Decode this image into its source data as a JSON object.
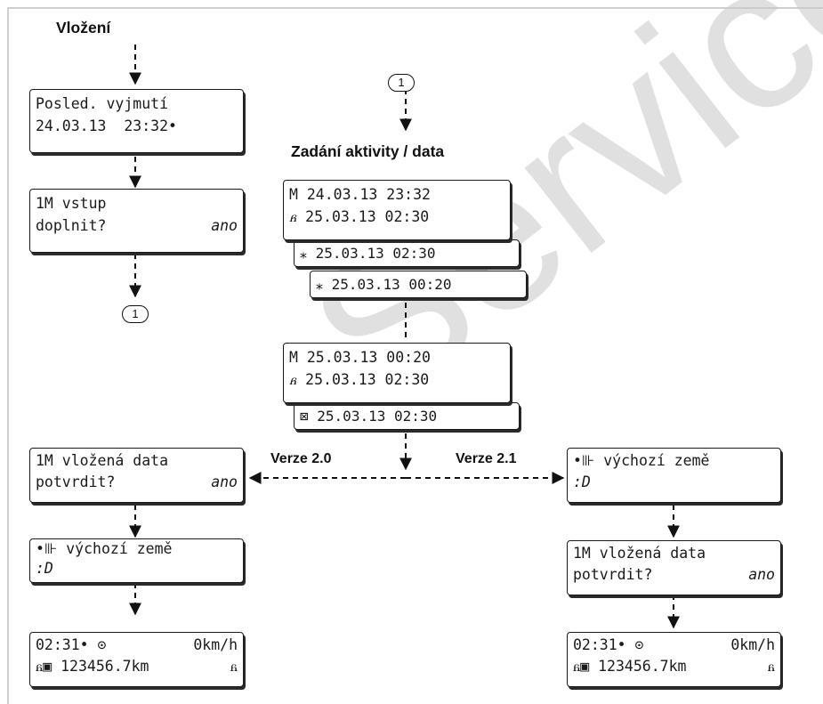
{
  "headings": {
    "insertion": "Vložení",
    "activity_entry": "Zadání aktivity / data"
  },
  "branch_labels": {
    "left": "Verze 2.0",
    "right": "Verze 2.1"
  },
  "connectors": {
    "c1": "1",
    "c2": "1"
  },
  "screens": {
    "last_removal": {
      "line1": "Posled. vyjmutí",
      "line2": "24.03.13  23:32"
    },
    "supplement": {
      "line1": "1M vstup",
      "line2": "doplnit?",
      "answer": "ano"
    },
    "entry1": {
      "line1": "M 24.03.13 23:32",
      "line2": "25.03.13 02:30"
    },
    "entry2": {
      "date": "25.",
      "rest": "03.13 02:30"
    },
    "entry3": {
      "main": "25.03.13 00:",
      "it": "20"
    },
    "entry4": {
      "line1": "M 25.03.13 00:20",
      "line2": "25.03.13 02:30"
    },
    "entry5": {
      "main": "25.03.13 02:",
      "it": "30"
    },
    "confirm_left": {
      "line1": "1M vložená data",
      "line2": "potvrdit?",
      "answer": "ano"
    },
    "country_left": {
      "line1": "výchozí země",
      "line2": ":D"
    },
    "standard_left": {
      "line1_time": "02:31",
      "line1_speed": "0km/h",
      "line2": "123456.7km"
    },
    "country_right": {
      "line1": "výchozí země",
      "line2": ":D"
    },
    "confirm_right": {
      "line1": "1M vložená data",
      "line2": "potvrdit?",
      "answer": "ano"
    },
    "standard_right": {
      "line1_time": "02:31",
      "line1_speed": "0km/h",
      "line2": "123456.7km"
    }
  },
  "watermark": "Service on",
  "colors": {
    "lcd_border": "#1a1a1a",
    "watermark": "#c8c8c8",
    "frame": "#cfcfcf"
  }
}
